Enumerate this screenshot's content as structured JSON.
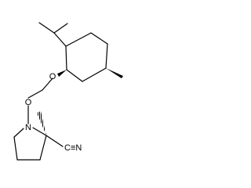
{
  "molecule": {
    "atom_labels": {
      "ether_oxygen": "O",
      "hydroxylamine_oxygen": "O",
      "nitrogen": "N",
      "nitrile": "C≡N"
    },
    "colors": {
      "bond": "#000000",
      "background": "#ffffff"
    }
  }
}
